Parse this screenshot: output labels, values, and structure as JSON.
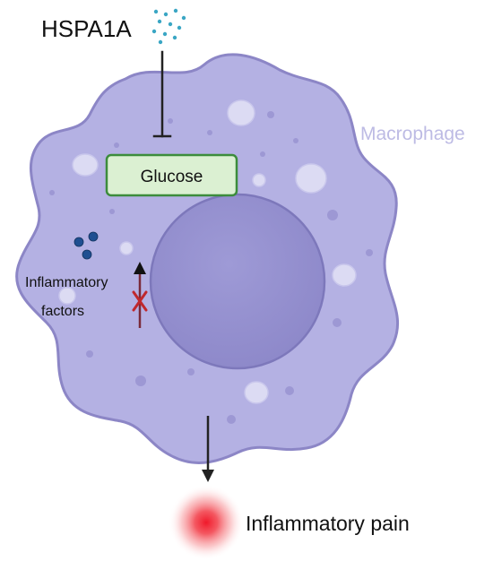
{
  "labels": {
    "hspa1a": "HSPA1A",
    "cell_type": "Macrophage",
    "glucose": "Glucose",
    "inflammatory_factors_line1": "Inflammatory",
    "inflammatory_factors_line2": "factors",
    "outcome": "Inflammatory pain"
  },
  "colors": {
    "cell_fill": "#b4b1e3",
    "cell_stroke": "#8c86c6",
    "nucleus_fill": "#9591d0",
    "nucleus_stroke": "#7d78bb",
    "vesicle_fill": "#dcdbf3",
    "speck_fill": "#9d98d4",
    "glucose_fill": "#dbf0d2",
    "glucose_stroke": "#3c8c3c",
    "hspa1a_dots": "#3aa6c4",
    "inflammatory_dots": "#1f4f91",
    "block_mark": "#c0282d",
    "pain_glow": "#f0192a",
    "macrophage_label": "#bdbbe4",
    "text": "#111111",
    "arrow": "#222222"
  },
  "icons": {
    "inhibition": "t-bar-inhibition-icon",
    "blocked": "red-x-block-icon",
    "increase": "up-arrow-icon",
    "output": "down-arrow-icon"
  }
}
